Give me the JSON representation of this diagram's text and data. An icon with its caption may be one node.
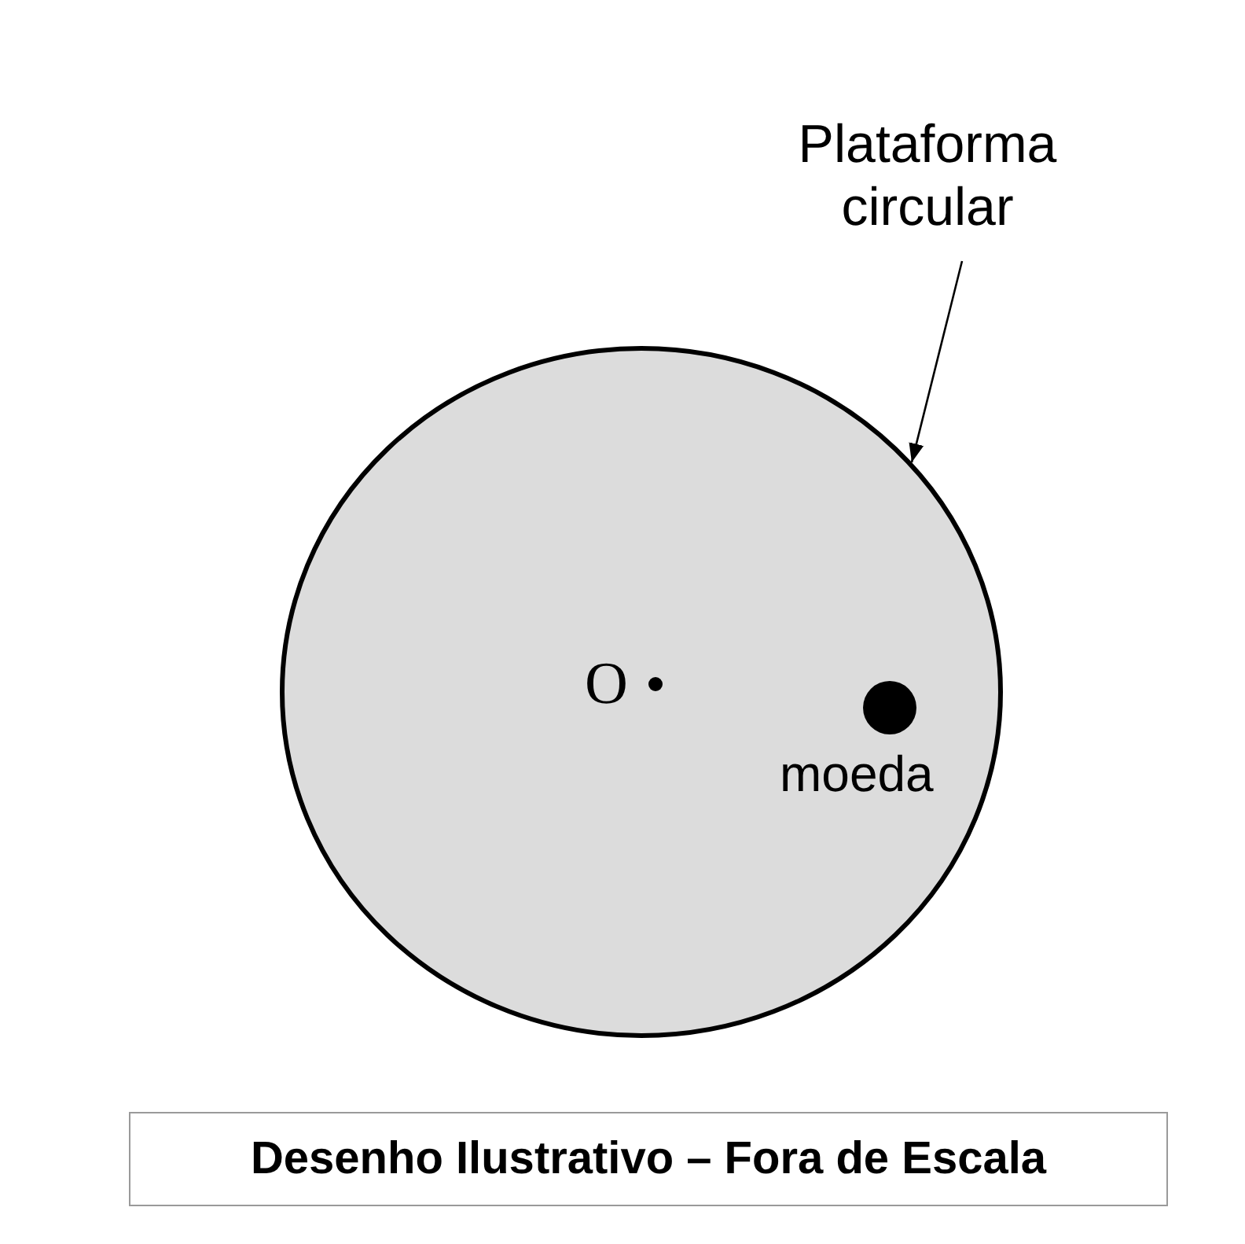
{
  "diagram": {
    "caption": "Desenho Ilustrativo – Fora de Escala",
    "nodes": [
      {
        "text": [
          "Plataforma circular"
        ]
      },
      {
        "text": [],
        "shape": "circle"
      }
    ],
    "edges": [
      {
        "from": 0,
        "to": 1,
        "arrow": "to"
      }
    ],
    "labels": [
      "O",
      "moeda"
    ]
  }
}
